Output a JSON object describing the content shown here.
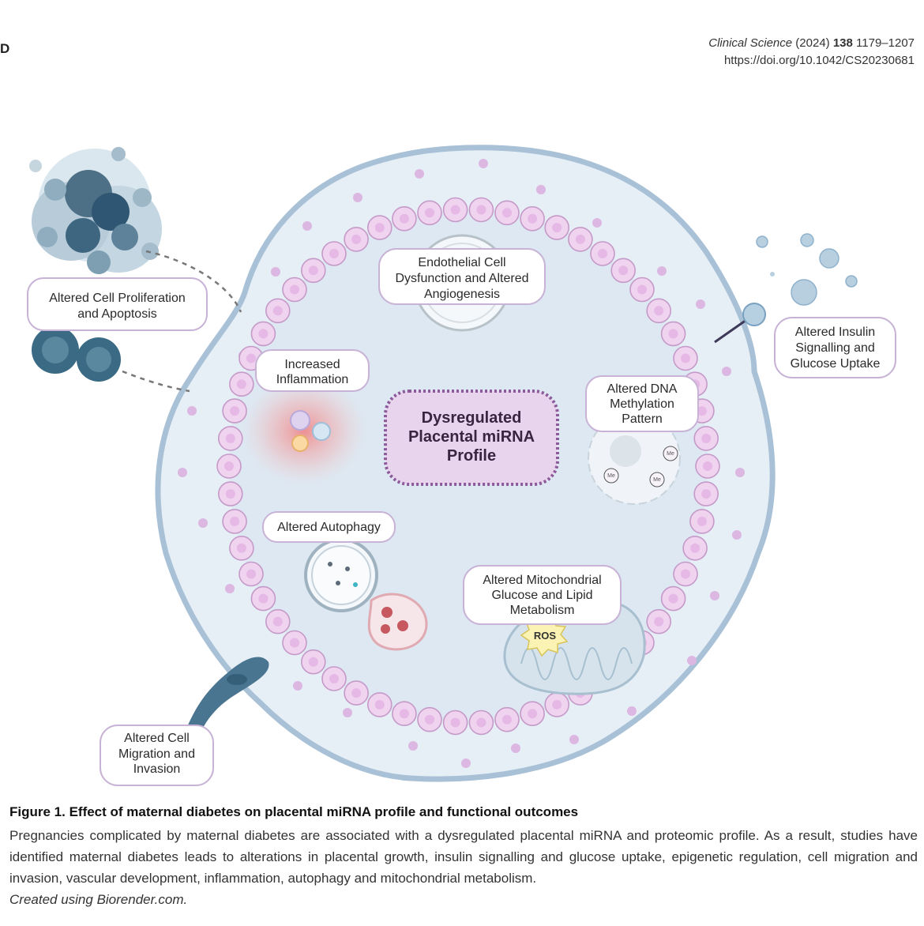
{
  "header": {
    "left_letter": "D",
    "journal_name": "Clinical Science",
    "year": "(2024)",
    "volume": "138",
    "pages": "1179–1207",
    "doi": "https://doi.org/10.1042/CS20230681"
  },
  "figure": {
    "center_label": [
      "Dysregulated",
      "Placental miRNA",
      "Profile"
    ],
    "labels": {
      "proliferation": [
        "Altered Cell Proliferation",
        "and Apoptosis"
      ],
      "endothelial": [
        "Endothelial Cell",
        "Dysfunction and Altered",
        "Angiogenesis"
      ],
      "insulin": [
        "Altered Insulin",
        "Signalling and",
        "Glucose Uptake"
      ],
      "inflammation": [
        "Increased",
        "Inflammation"
      ],
      "methylation": [
        "Altered DNA",
        "Methylation",
        "Pattern"
      ],
      "autophagy": [
        "Altered Autophagy"
      ],
      "mitochondrial": [
        "Altered Mitochondrial",
        "Glucose and Lipid",
        "Metabolism"
      ],
      "migration": [
        "Altered Cell",
        "Migration and",
        "Invasion"
      ]
    },
    "ros_label": "ROS",
    "me_label": "Me"
  },
  "caption": {
    "title": "Figure 1. Effect of maternal diabetes on placental miRNA profile and functional outcomes",
    "text": "Pregnancies complicated by maternal diabetes are associated with a dysregulated placental miRNA and proteomic profile. As a result, studies have identified maternal diabetes leads to alterations in placental growth, insulin signalling and glucose uptake, epigenetic regulation, cell migration and invasion, vascular development, inflammation, autophagy and mitochondrial metabolism.",
    "credit": "Created using Biorender.com."
  },
  "colors": {
    "outer_membrane": "#a9c1d6",
    "cell_fill": "#e6eef6",
    "inner_fill": "#dde8f2",
    "bead_fill": "#efd3ef",
    "bead_stroke": "#c59ac8",
    "label_stroke": "#c8b3d6",
    "center_fill": "#e9d4ee",
    "center_stroke": "#8c5a9a",
    "teal": "#4e7991"
  }
}
